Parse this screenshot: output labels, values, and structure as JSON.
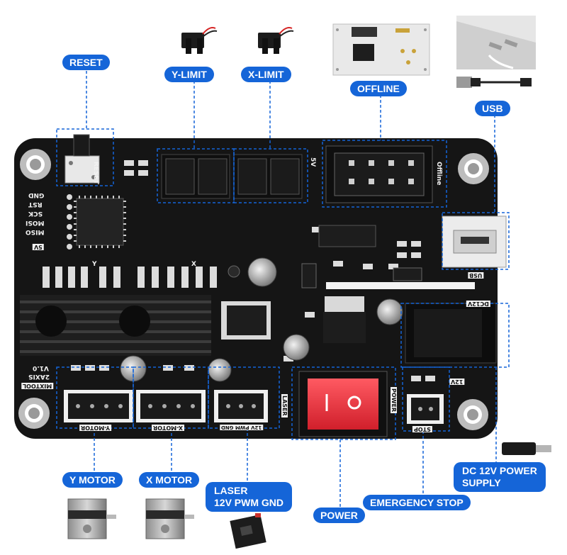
{
  "labels": {
    "reset": "RESET",
    "y_limit": "Y-LIMIT",
    "x_limit": "X-LIMIT",
    "offline": "OFFLINE",
    "usb": "USB",
    "y_motor": "Y MOTOR",
    "x_motor": "X MOTOR",
    "laser_line1": "LASER",
    "laser_line2": "12V PWM GND",
    "power": "POWER",
    "emergency_stop": "EMERGENCY STOP",
    "dc_line1": "DC 12V POWER",
    "dc_line2": "SUPPLY"
  },
  "silkscreen": {
    "reset": "RESET",
    "five_v": "5V",
    "offline": "Offline",
    "gnd": "GND",
    "rst": "RST",
    "sck": "SCK",
    "mosi": "MOSI",
    "miso": "MISO",
    "pin_5v": "5V",
    "y": "Y",
    "x": "X",
    "usb": "USB",
    "dc12v": "DC12V",
    "brand": "MIXTOOL",
    "axis": "2AXIS",
    "version": "V1.0",
    "y_motor": "Y-MOTOR",
    "x_motor": "X-MOTOR",
    "laser_pins": "12V PWM GND",
    "laser": "LASER",
    "power": "POWER",
    "stop": "STOP",
    "v12": "12V"
  },
  "colors": {
    "accent": "#1565d8",
    "board": "#151515",
    "switch": "#e8323c"
  },
  "icons": [
    "limit-switch-icon",
    "offline-controller-icon",
    "laptop-usb-icon",
    "usb-cable-icon",
    "stepper-motor-icon",
    "laser-module-icon",
    "dc-plug-icon"
  ]
}
